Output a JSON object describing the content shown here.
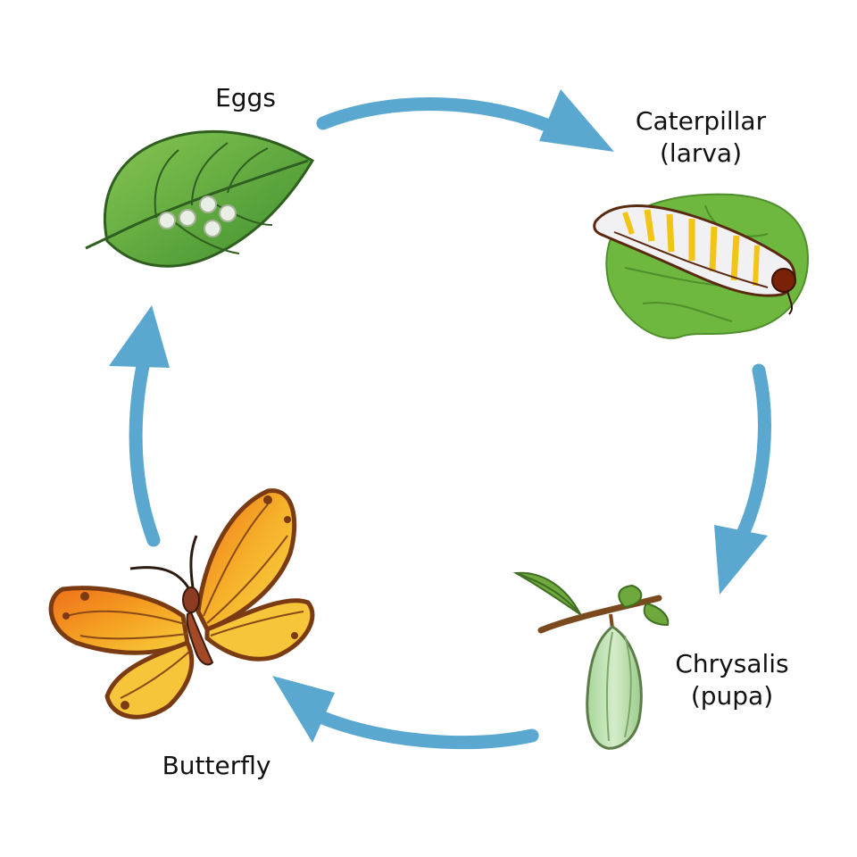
{
  "stages": {
    "eggs": {
      "label": "Eggs"
    },
    "caterpillar": {
      "label_line1": "Caterpillar",
      "label_line2": "(larva)"
    },
    "chrysalis": {
      "label_line1": "Chrysalis",
      "label_line2": "(pupa)"
    },
    "butterfly": {
      "label": "Butterfly"
    }
  },
  "colors": {
    "arrow": "#5aa7cf",
    "leaf_dark": "#3f8f2e",
    "leaf_light": "#7cbf4a",
    "egg": "#e9efe4",
    "caterpillar_body": "#f1f1f4",
    "caterpillar_stripe": "#f2c413",
    "chrysalis": "#bfe1b4",
    "butterfly_orange": "#ef7d1e",
    "butterfly_yellow": "#f7c53a",
    "butterfly_border": "#7a3a12"
  }
}
